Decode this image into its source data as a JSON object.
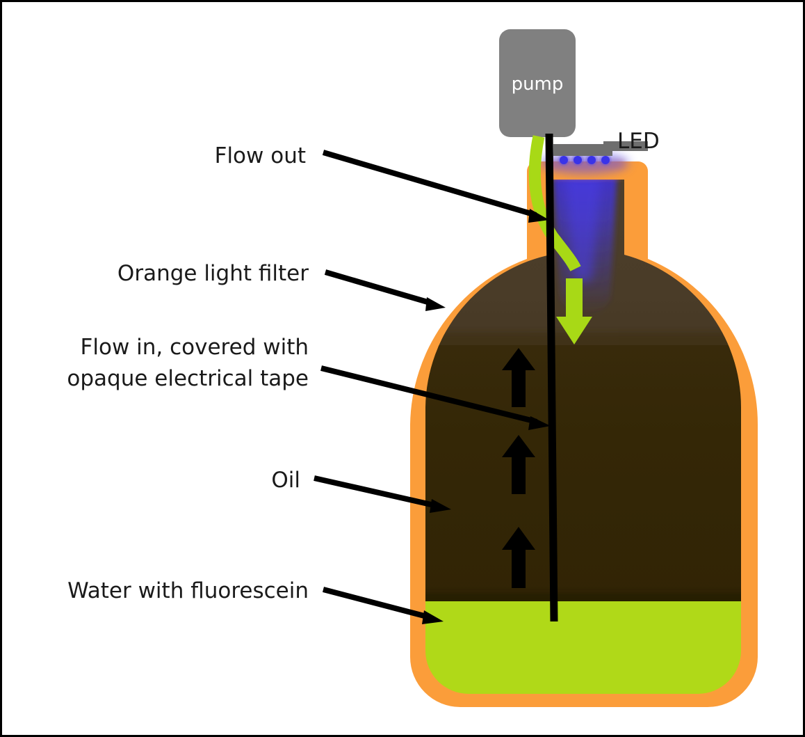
{
  "figure": {
    "title": "Oil-water bottle with fluorescein illuminated by LED",
    "background_color": "#ffffff",
    "frame_color": "#000000"
  },
  "labels": {
    "flow_out": "Flow out",
    "orange_filter": "Orange light filter",
    "flow_in_line1": "Flow in, covered with",
    "flow_in_line2": "opaque electrical tape",
    "oil": "Oil",
    "water": "Water with fluorescein",
    "led": "LED",
    "pump": "pump"
  },
  "components": {
    "pump": {
      "name": "pump",
      "color": "#808080",
      "text_color": "#ffffff"
    },
    "led_strip": {
      "name": "LED",
      "bar_color": "#6e6e6e",
      "diode_color": "#3a33e8",
      "diode_count": 4,
      "glow_color": "#4a3cdc"
    },
    "bottle": {
      "filter_color": "#fb9d3a",
      "oil_upper_color": "#4a3c28",
      "oil_lower_color": "#332607",
      "water_color": "#b0d918"
    },
    "tubes": {
      "outflow_tube_color": "#a8d916",
      "inflow_tube_color": "#000000"
    },
    "arrows": {
      "flow_down_color": "#a8d916",
      "flow_up_color": "#000000",
      "flow_up_count": 3,
      "pointer_color": "#000000"
    }
  }
}
